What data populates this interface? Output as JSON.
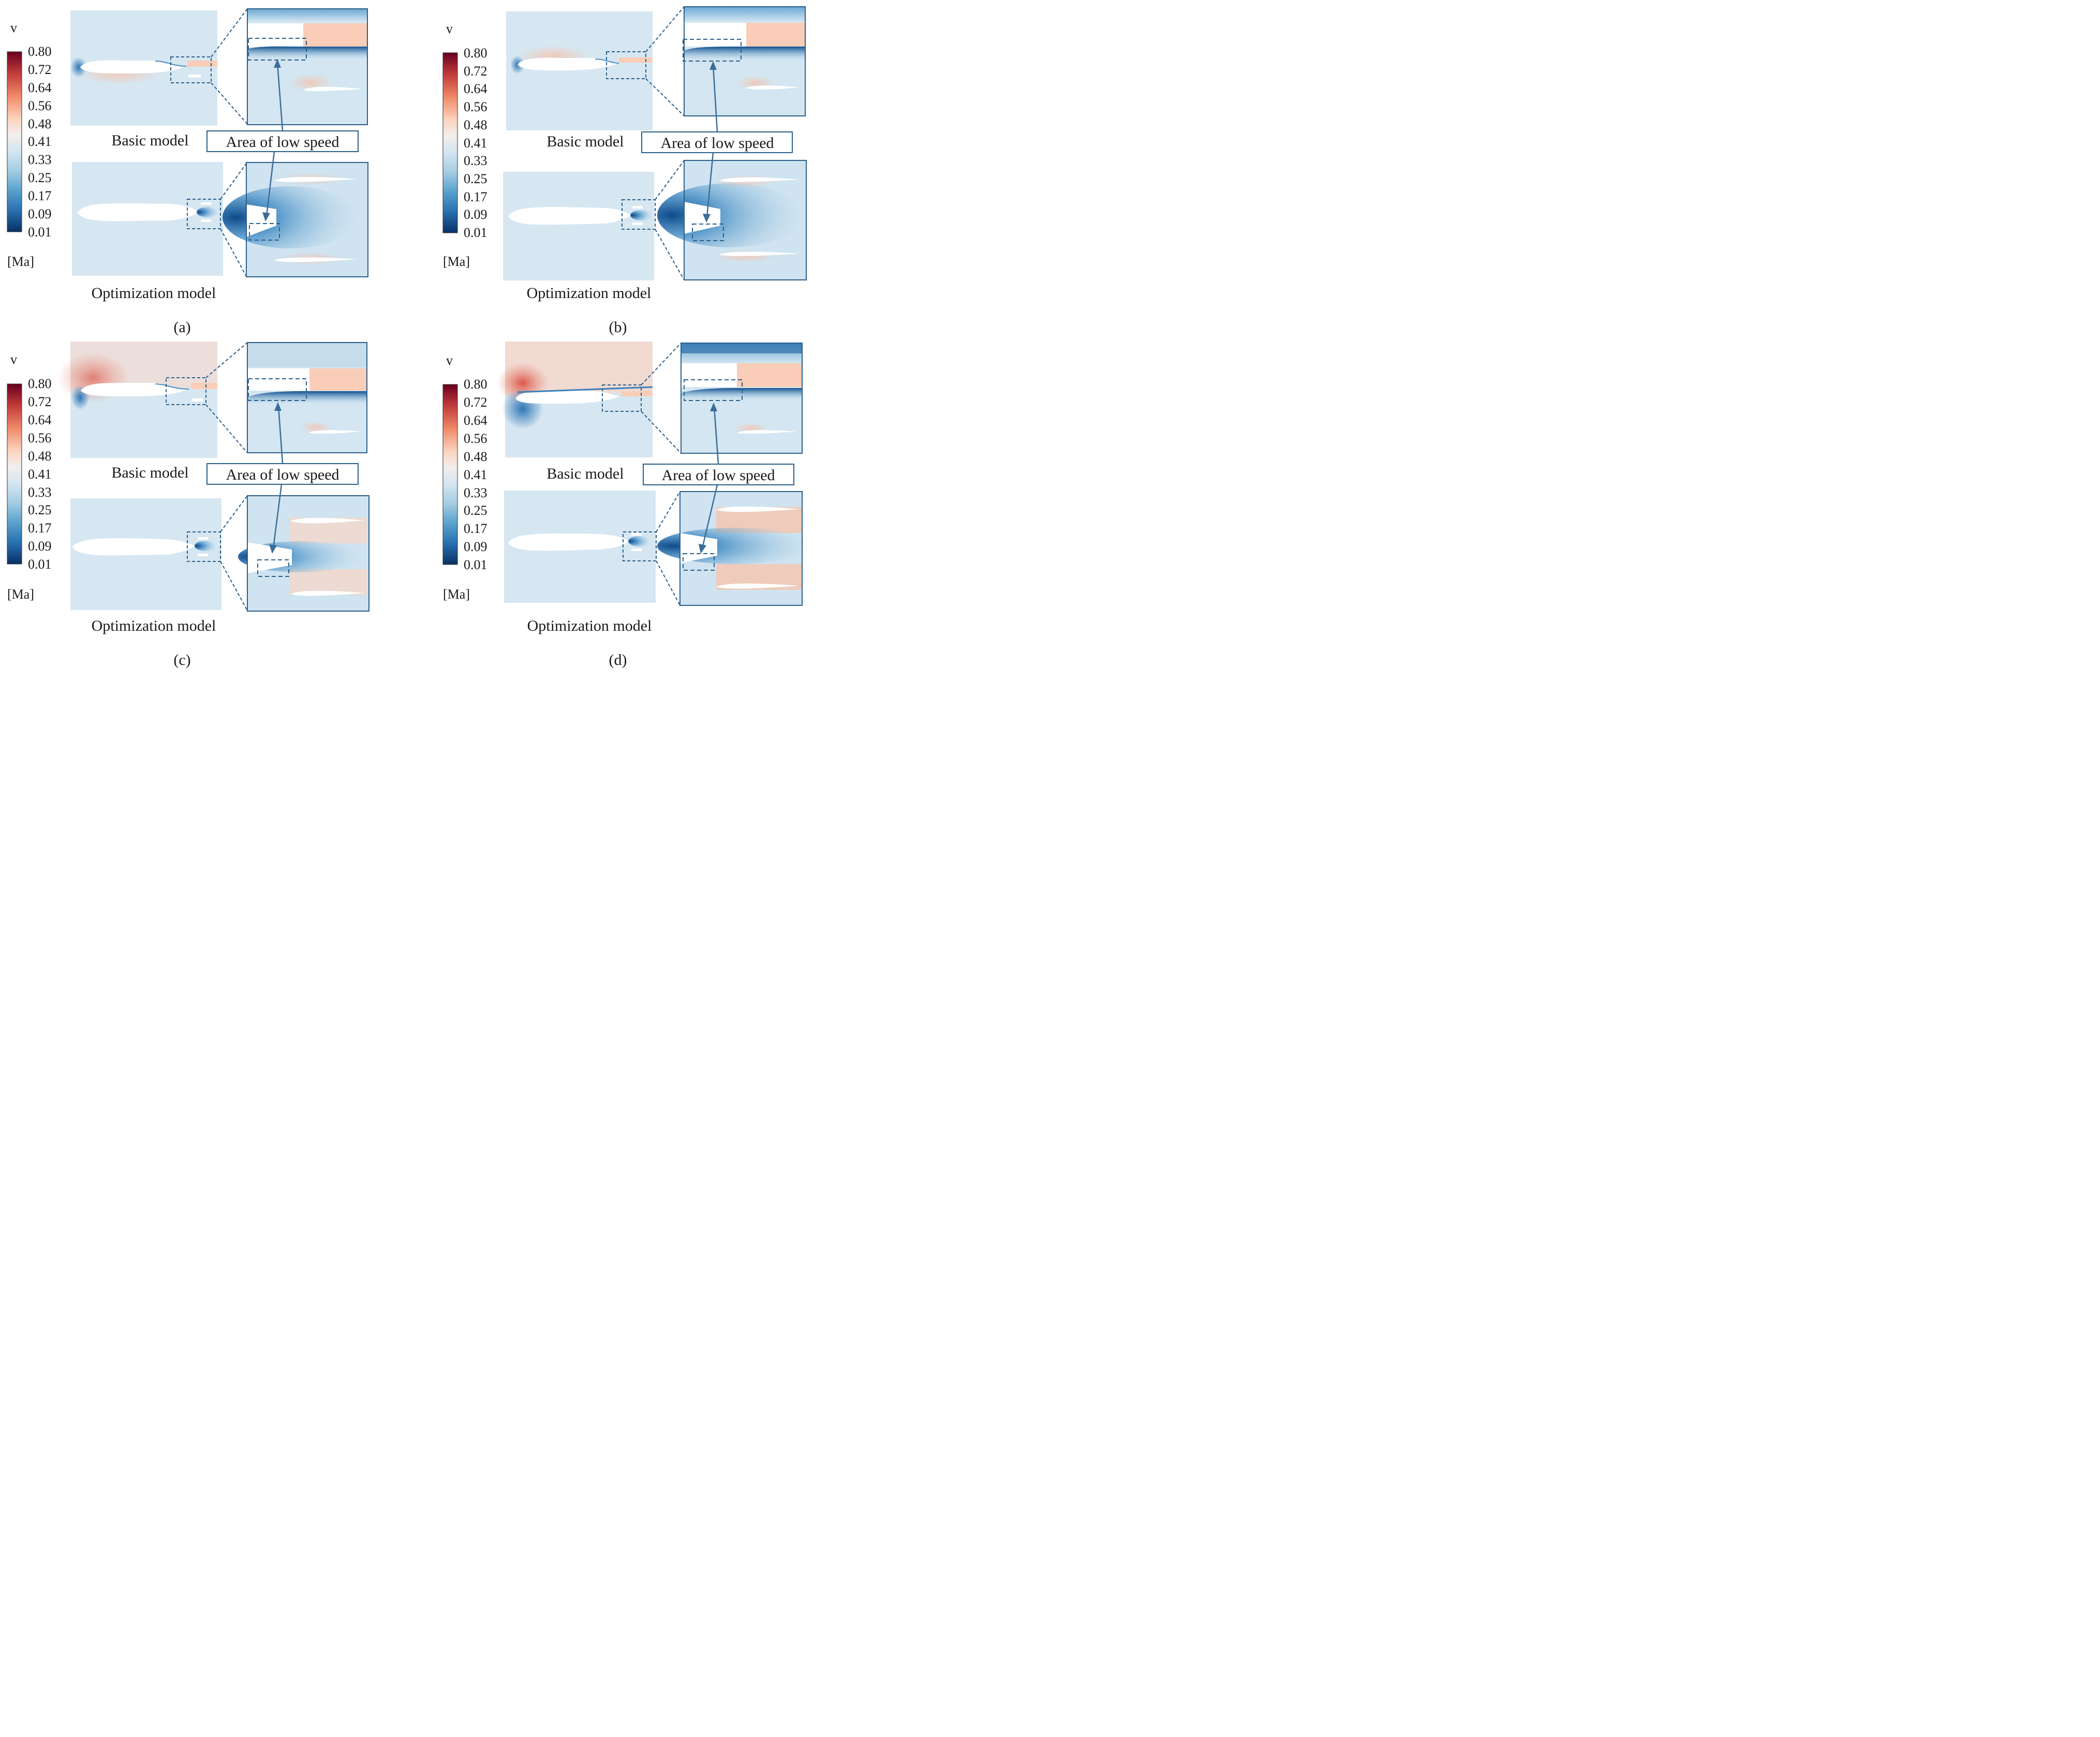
{
  "colorbar": {
    "title": "v",
    "unit": "[Ma]",
    "ticks": [
      "0.80",
      "0.72",
      "0.64",
      "0.56",
      "0.48",
      "0.41",
      "0.33",
      "0.25",
      "0.17",
      "0.09",
      "0.01"
    ],
    "stops": [
      "#b2182b",
      "#d6604d",
      "#f4a582",
      "#fddbc7",
      "#f0f0f0",
      "#d1e5f0",
      "#92c5de",
      "#4393c3",
      "#2166ac",
      "#053061"
    ]
  },
  "labels": {
    "basic": "Basic model",
    "optimization": "Optimization model",
    "callout": "Area of low speed"
  },
  "panels": [
    {
      "letter": "a",
      "label": "(a)"
    },
    {
      "letter": "b",
      "label": "(b)"
    },
    {
      "letter": "c",
      "label": "(c)"
    },
    {
      "letter": "d",
      "label": "(d)"
    }
  ],
  "colors": {
    "field": "#d6e7f2",
    "high_speed": "#f9d0c0",
    "low_speed": "#1c5f9e",
    "annotation": "#2b5f8a",
    "arrow": "#3a6d99"
  }
}
